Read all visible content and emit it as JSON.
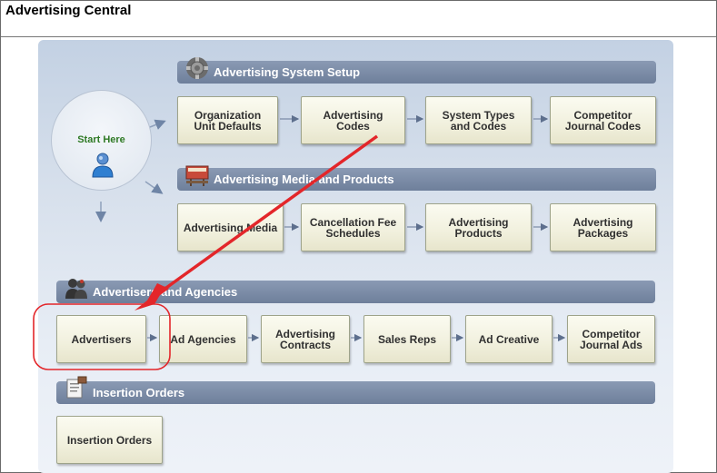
{
  "app": {
    "title": "Advertising Central"
  },
  "start": {
    "label": "Start Here"
  },
  "sections": {
    "setup": {
      "label": "Advertising System Setup",
      "tiles": [
        "Organization\nUnit Defaults",
        "Advertising\nCodes",
        "System Types\nand Codes",
        "Competitor\nJournal Codes"
      ]
    },
    "media": {
      "label": "Advertising Media and Products",
      "tiles": [
        "Advertising Media",
        "Cancellation Fee\nSchedules",
        "Advertising\nProducts",
        "Advertising\nPackages"
      ]
    },
    "agencies": {
      "label": "Advertisers and Agencies",
      "tiles": [
        "Advertisers",
        "Ad Agencies",
        "Advertising\nContracts",
        "Sales Reps",
        "Ad Creative",
        "Competitor\nJournal Ads"
      ]
    },
    "orders": {
      "label": "Insertion Orders",
      "tiles": [
        "Insertion Orders"
      ]
    }
  },
  "icons": {
    "setup": "gear-icon",
    "media": "billboard-icon",
    "agencies": "people-icon",
    "orders": "document-icon",
    "start": "person-icon"
  },
  "colors": {
    "section_bar": "#7a8aa6",
    "tile_bg": "#f1f0dd",
    "annotation": "#e3262a",
    "start_text": "#2f7a25"
  }
}
